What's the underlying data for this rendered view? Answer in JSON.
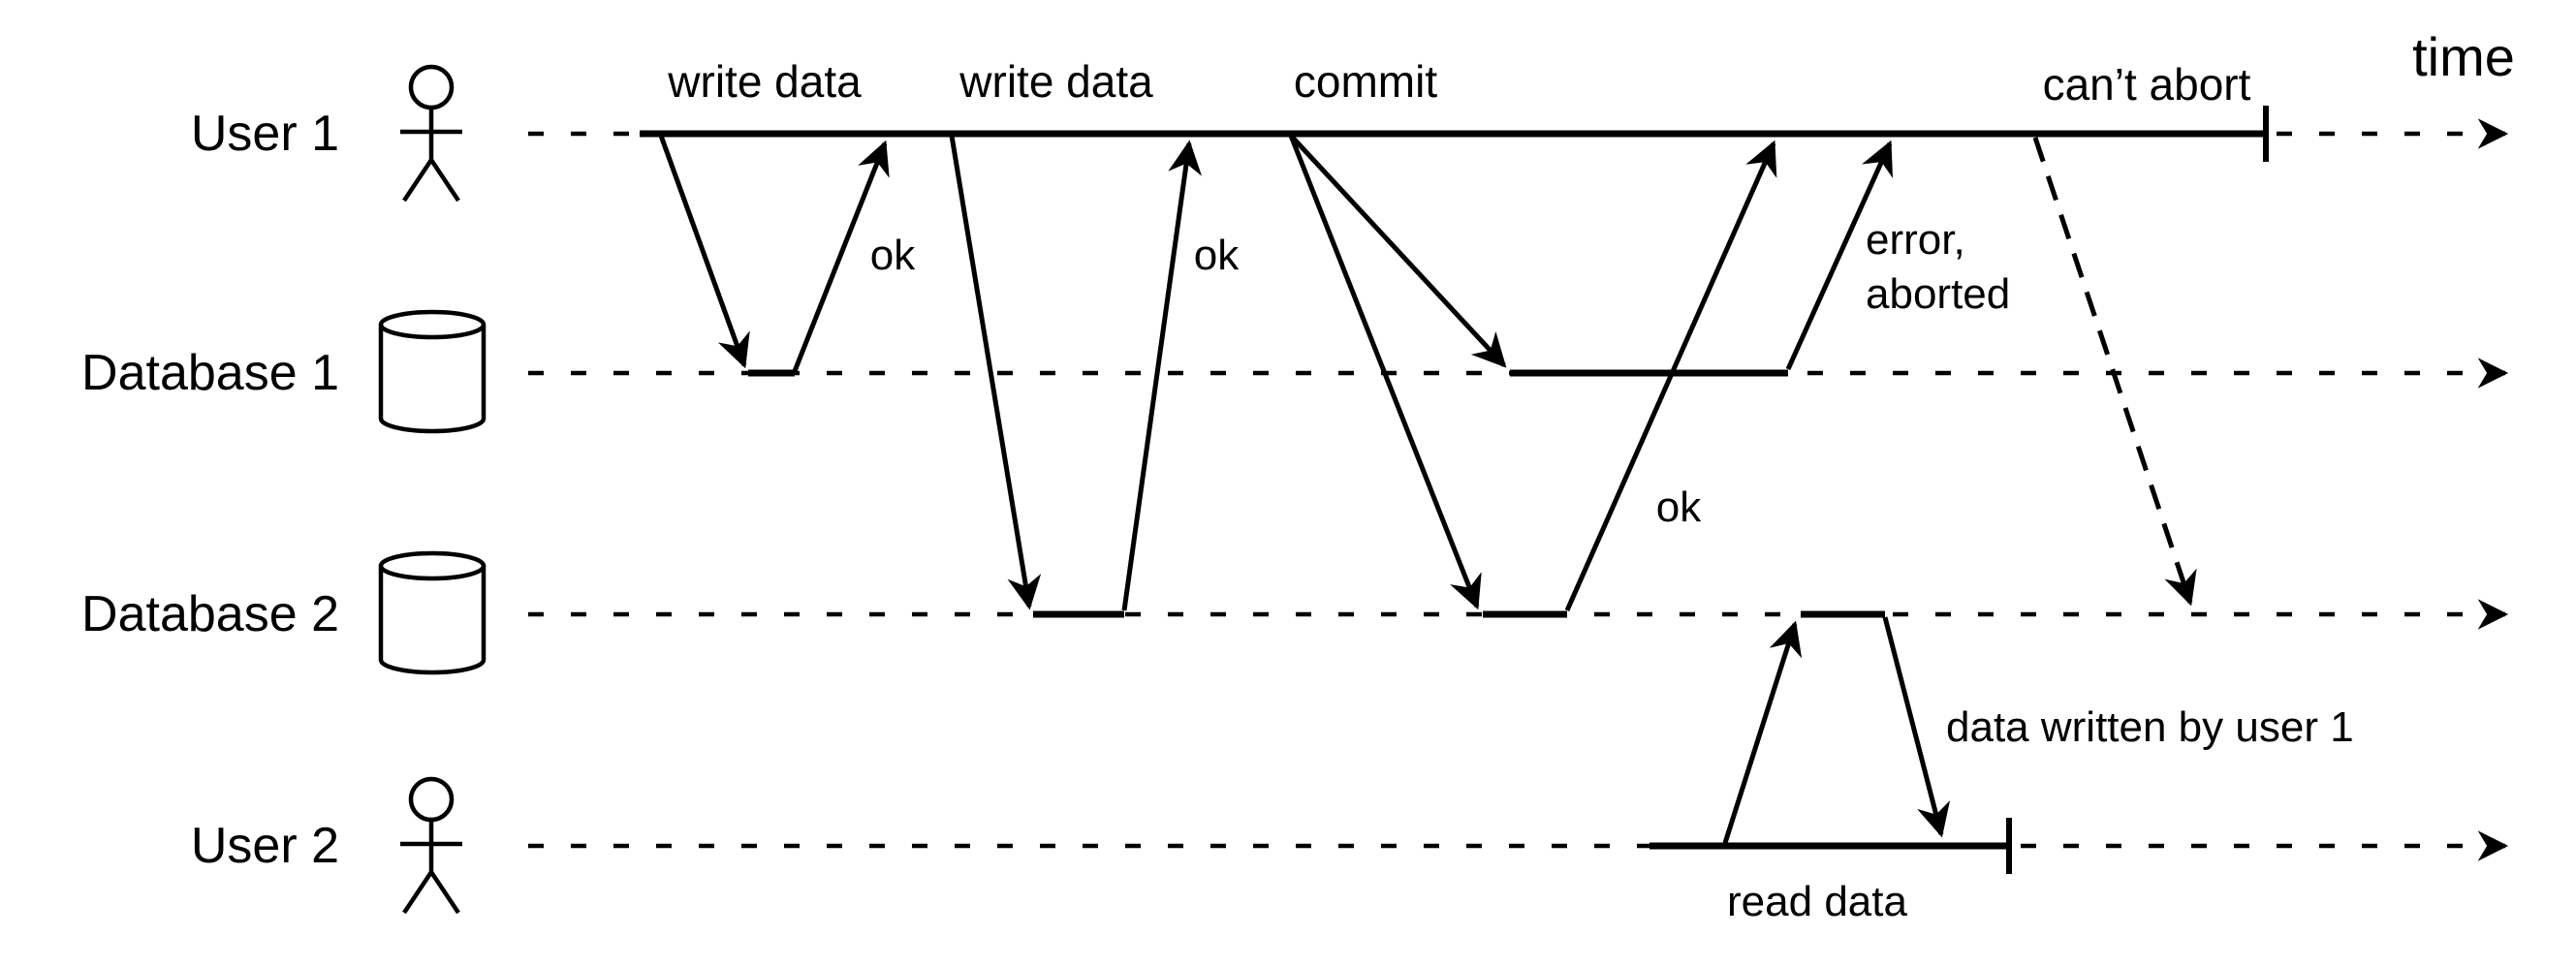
{
  "figure": {
    "type": "sequence-timeline-diagram",
    "background": "#ffffff",
    "ink": "#000000",
    "time_label": "time",
    "lanes": [
      {
        "label": "User 1",
        "icon": "person-icon"
      },
      {
        "label": "Database 1",
        "icon": "database-icon"
      },
      {
        "label": "Database 2",
        "icon": "database-icon"
      },
      {
        "label": "User 2",
        "icon": "person-icon"
      }
    ],
    "events": {
      "write_data_1": "write data",
      "write_data_2": "write data",
      "commit": "commit",
      "cant_abort": "can’t abort",
      "ok_write_1": "ok",
      "ok_write_2": "ok",
      "ok_commit": "ok",
      "error_line_1": "error,",
      "error_line_2": "aborted",
      "read_data": "read data",
      "annotation": "data written by user 1"
    }
  }
}
